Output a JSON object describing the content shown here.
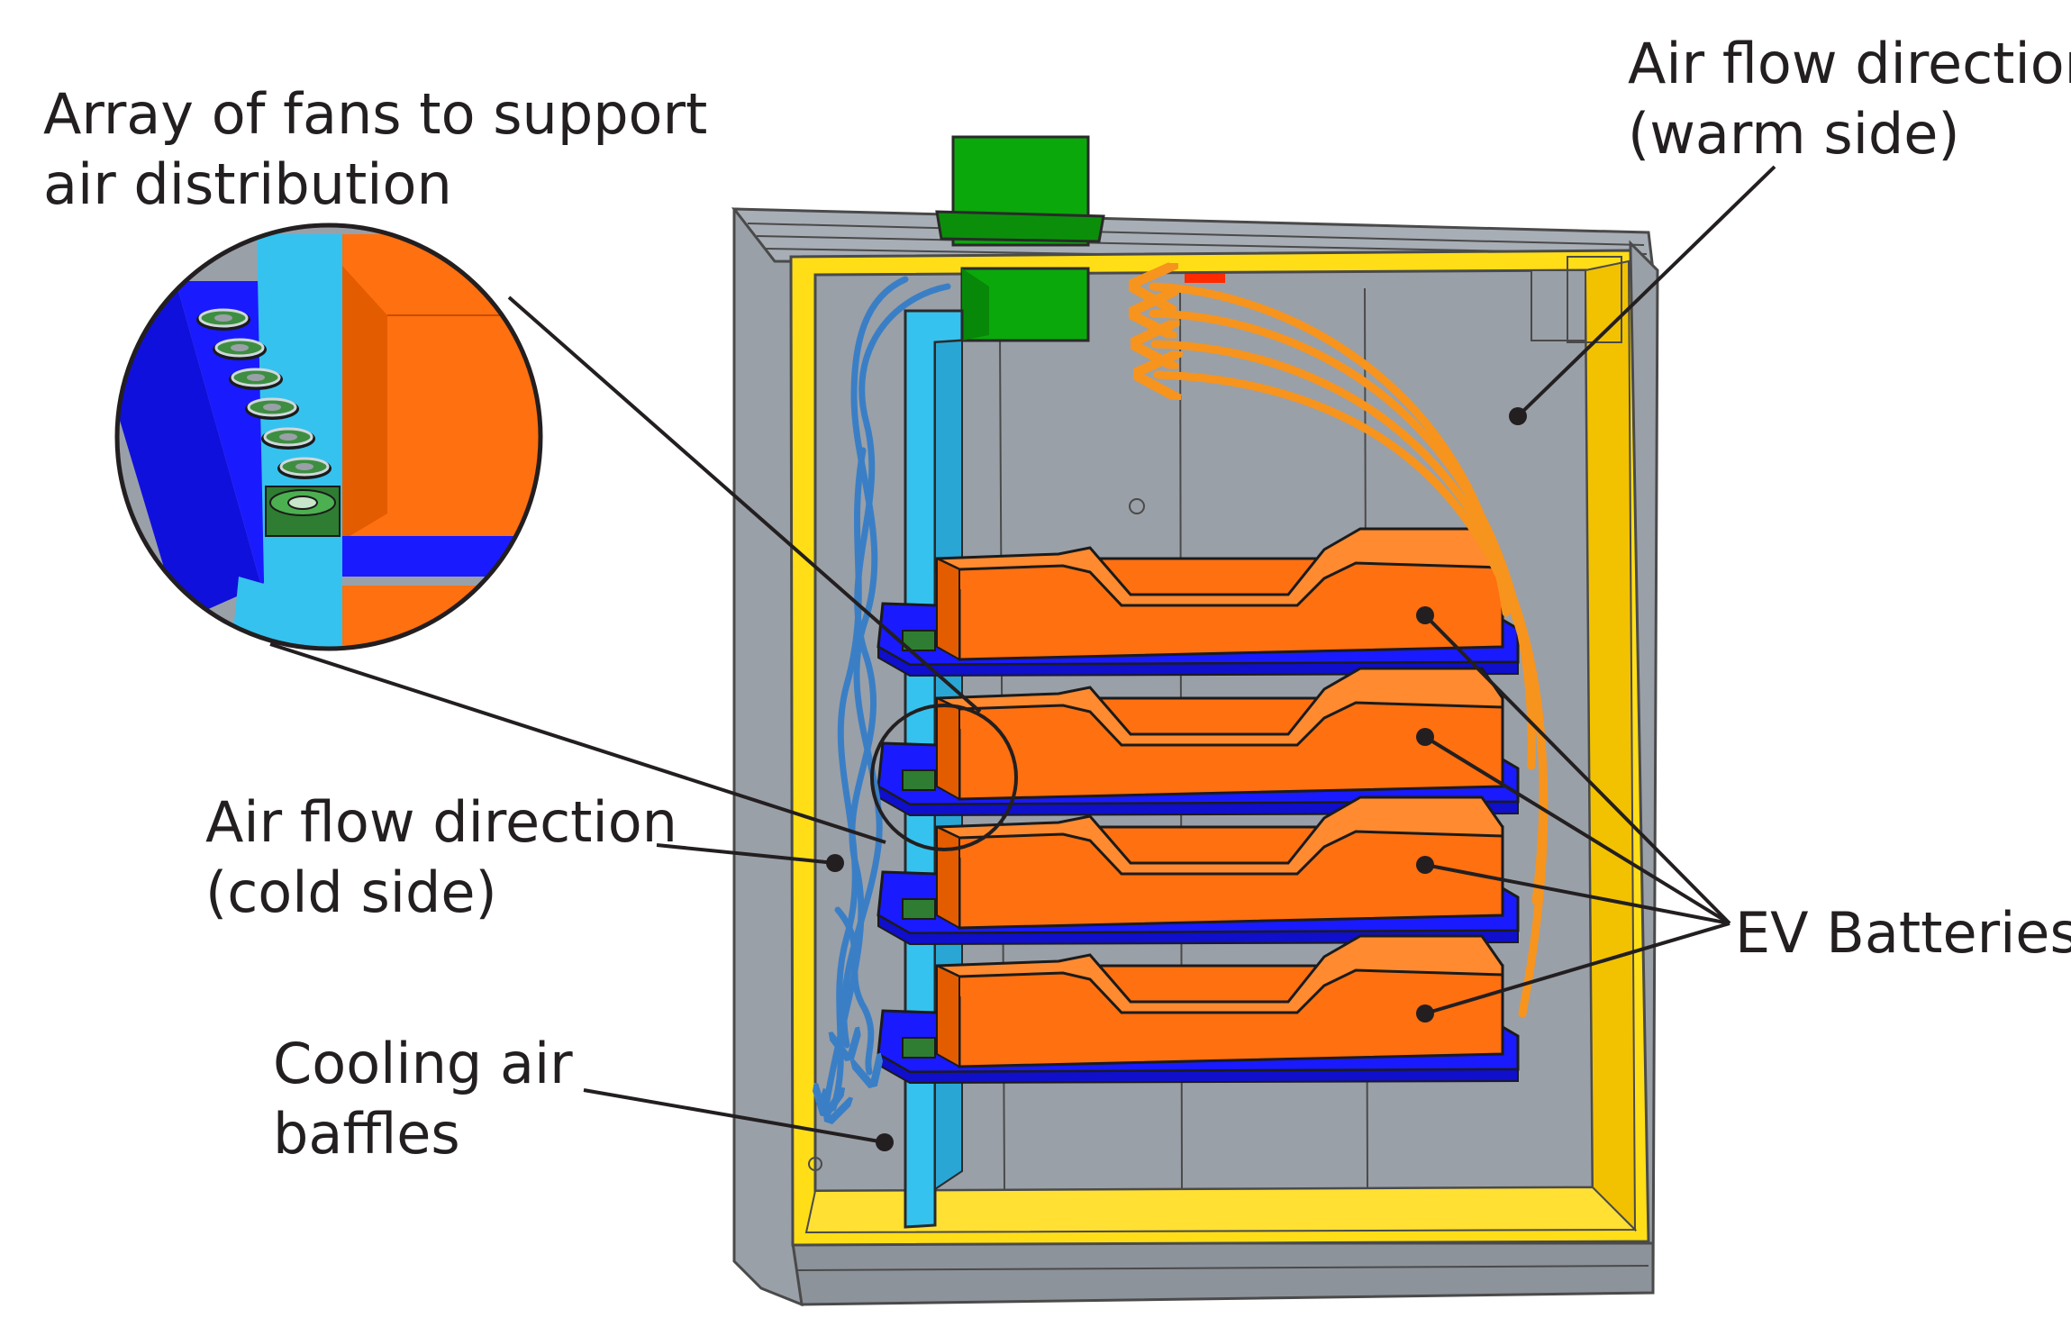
{
  "labels": {
    "fans": [
      "Array of fans to support",
      "air distribution"
    ],
    "warm": [
      "Air flow direction",
      "(warm side)"
    ],
    "cold": [
      "Air flow direction",
      "(cold side)"
    ],
    "baffles": [
      "Cooling air",
      "baffles"
    ],
    "batteries": "EV Batteries"
  },
  "colors": {
    "enclosure_gray": "#9aa0a8",
    "frame_yellow": "#ffde17",
    "battery_orange": "#ff7010",
    "tray_blue": "#1a1aff",
    "baffle_cyan": "#36c2ee",
    "duct_green": "#0aa80a",
    "warm_arrow": "#f7941d",
    "cold_arrow": "#3a7fc6",
    "fan_green": "#2e7d32"
  },
  "counts": {
    "batteries": 4,
    "fans_in_inset": 6
  }
}
